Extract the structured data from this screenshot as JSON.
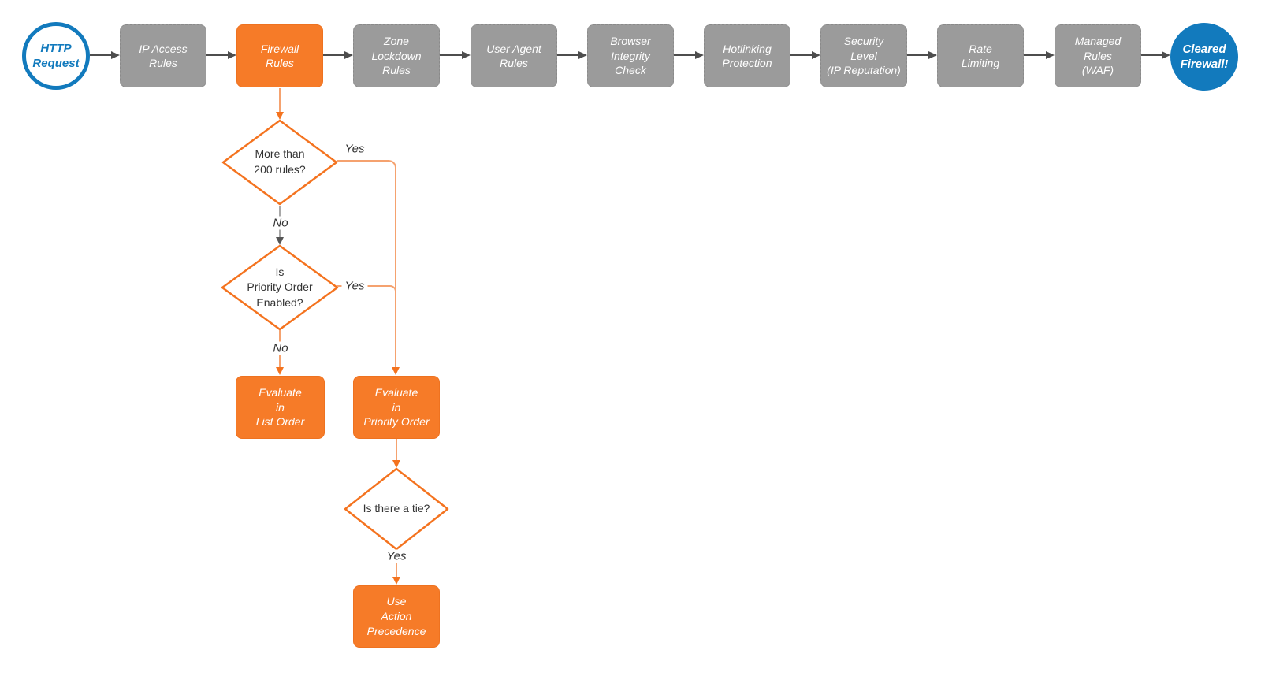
{
  "flow": {
    "start": {
      "label": "HTTP\nRequest"
    },
    "pipeline": [
      {
        "label": "IP Access\nRules"
      },
      {
        "label": "Firewall\nRules",
        "highlight": true
      },
      {
        "label": "Zone\nLockdown\nRules"
      },
      {
        "label": "User Agent\nRules"
      },
      {
        "label": "Browser\nIntegrity\nCheck"
      },
      {
        "label": "Hotlinking\nProtection"
      },
      {
        "label": "Security\nLevel\n(IP Reputation)"
      },
      {
        "label": "Rate\nLimiting"
      },
      {
        "label": "Managed\nRules\n(WAF)"
      }
    ],
    "end": {
      "label": "Cleared\nFirewall!"
    },
    "decisions": {
      "d1": {
        "label": "More than\n200 rules?",
        "yes_label": "Yes",
        "no_label": "No"
      },
      "d2": {
        "label": "Is\nPriority Order\nEnabled?",
        "yes_label": "Yes",
        "no_label": "No"
      },
      "d3": {
        "label": "Is there a tie?",
        "yes_label": "Yes"
      }
    },
    "actions": {
      "list_order": {
        "label": "Evaluate\nin\nList Order"
      },
      "priority_order": {
        "label": "Evaluate\nin\nPriority Order"
      },
      "action_precedence": {
        "label": "Use\nAction\nPrecedence"
      }
    },
    "colors": {
      "orange_fill": "#F67B28",
      "orange_stroke": "#F4731F",
      "connector_salmon": "#F5A26F",
      "gray_fill": "#9B9B9B",
      "pipeline_arrow": "#4D4D4D",
      "blue": "#127ABD",
      "diamond_text": "#333333"
    }
  }
}
